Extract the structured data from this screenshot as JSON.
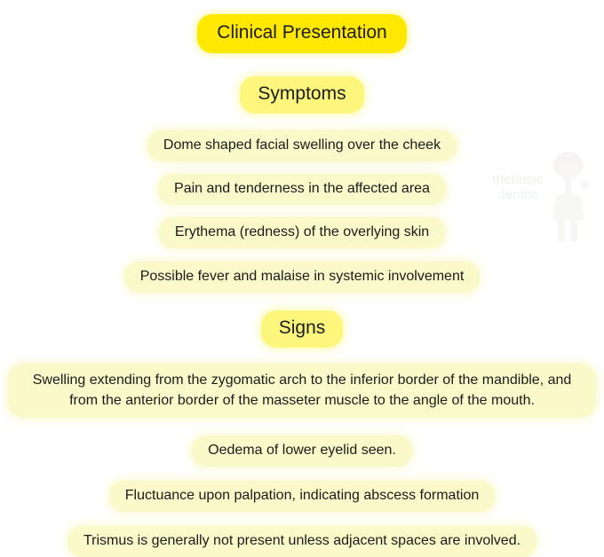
{
  "title": "Clinical Presentation",
  "watermark": {
    "line1": "thebasic",
    "line2": "dentist"
  },
  "colors": {
    "background": "#ffffff",
    "title_pill": "#ffe800",
    "section_pill": "#fcf77c",
    "item_pill": "#faf9c9",
    "text": "#1b1b1b"
  },
  "sections": [
    {
      "heading": "Symptoms",
      "items": [
        "Dome shaped facial swelling over the cheek",
        "Pain and tenderness in the affected area",
        "Erythema (redness) of the overlying skin",
        "Possible fever and malaise in systemic involvement"
      ]
    },
    {
      "heading": "Signs",
      "items": [
        "Swelling extending from the zygomatic arch to the inferior border of the mandible, and from the anterior border of the masseter muscle to the angle of the mouth.",
        "Oedema of lower eyelid seen.",
        "Fluctuance upon palpation, indicating abscess formation",
        "Trismus is generally not present unless adjacent spaces are involved."
      ]
    }
  ]
}
